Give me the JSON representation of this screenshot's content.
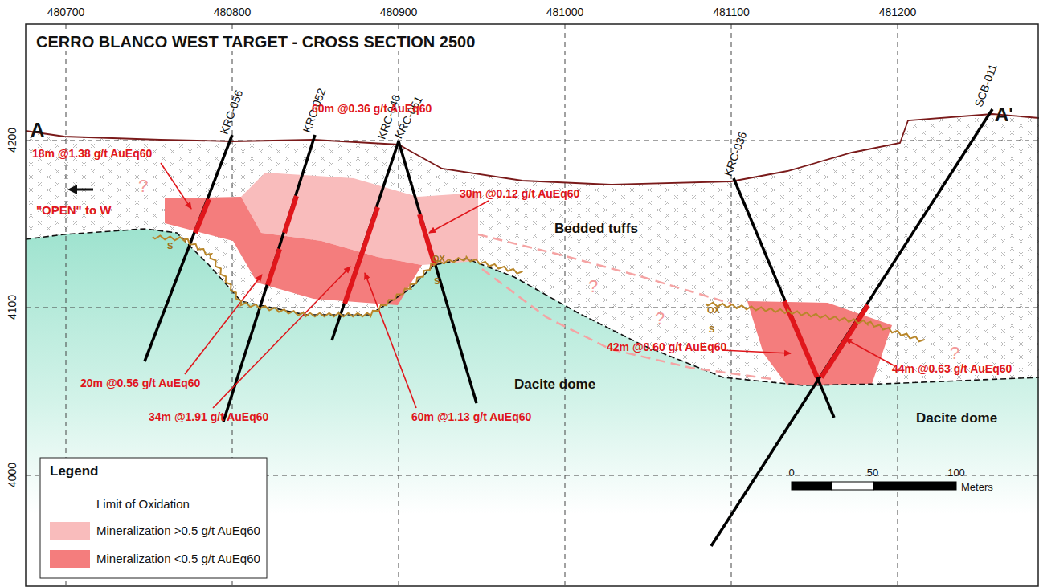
{
  "diagram": {
    "title": "CERRO BLANCO WEST TARGET - CROSS SECTION 2500",
    "labels": [
      "480700",
      "480800",
      "480900",
      "481000",
      "481100",
      "481200",
      "4200",
      "4100",
      "4000",
      "A",
      "A'",
      "KRC-056",
      "KRC-052",
      "KRC-046",
      "KRC-051",
      "KRC-036",
      "SCB-011",
      "18m @1.38 g/t AuEq60",
      "\"OPEN\" to W",
      "60m @0.36 g/t AuEq60",
      "30m @0.12 g/t AuEq60",
      "20m @0.56 g/t AuEq60",
      "34m @1.91 g/t AuEq60",
      "60m @1.13 g/t AuEq60",
      "42m @0.60 g/t AuEq60",
      "44m @0.63 g/t AuEq60",
      "Bedded tuffs",
      "Dacite dome",
      "Dacite dome",
      "?",
      "?",
      "?",
      "?",
      "S",
      "OX",
      "S",
      "OX",
      "S",
      "Legend",
      "0",
      "50",
      "100",
      "Meters"
    ],
    "legend": [
      {
        "text": "Limit of Oxidation"
      },
      {
        "text": "Mineralization >0.5 g/t AuEq60",
        "color": "#f9bcbc"
      },
      {
        "text": "Mineralization <0.5 g/t AuEq60",
        "color": "#f47d7d"
      }
    ]
  }
}
